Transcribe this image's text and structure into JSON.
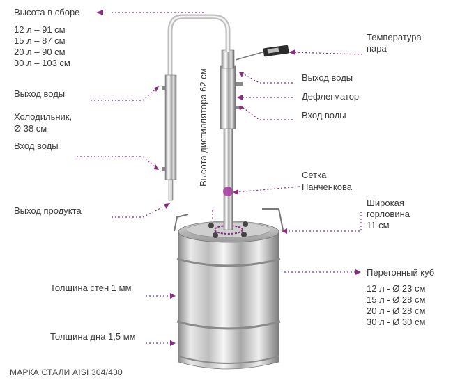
{
  "labels": {
    "height_title": "Высота в сборе",
    "heights": [
      "12 л – 91 см",
      "15 л – 87 см",
      "20 л – 90 см",
      "30 л – 103 см"
    ],
    "water_out_left": "Выход воды",
    "cooler": "Холодильник,",
    "cooler_diam": "Ø 38 см",
    "water_in_left": "Вход воды",
    "product_out": "Выход продукта",
    "wall_thickness": "Толщина стен 1 мм",
    "bottom_thickness": "Толщина дна 1,5 мм",
    "steam_temp_1": "Температура",
    "steam_temp_2": "пара",
    "water_out_right": "Выход воды",
    "dephlegmator": "Дефлегматор",
    "water_in_right": "Вход воды",
    "mesh_1": "Сетка",
    "mesh_2": "Панченкова",
    "neck_1": "Широкая",
    "neck_2": "горловина",
    "neck_3": "11 см",
    "cube_title": "Перегонный куб",
    "cube_sizes": [
      "12 л - Ø 23 см",
      "15 л - Ø 28 см",
      "20 л - Ø 28 см",
      "30 л - Ø 30 см"
    ],
    "vertical": "Высота дистиллятора 62 см",
    "footer": "МАРКА СТАЛИ AISI 304/430"
  },
  "colors": {
    "accent": "#8b2a86",
    "steel_light": "#f2f2f2",
    "steel_dark": "#6f6f6f"
  }
}
